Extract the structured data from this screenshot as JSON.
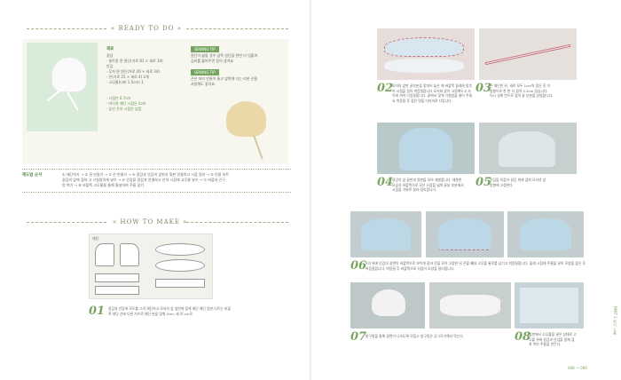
{
  "left": {
    "ready_title": "« READY TO DO »",
    "materials_head": "재료",
    "materials_body": "겉감\n· 퀼트용 면 원단(가로 81 × 세로 34)\n안감\n· 무지 면 원단(가로 26 × 세로 34)\n· 끈(가로 25 × 세로 4) 2개\n· 고무줄(너비 1.5cm) 1",
    "thread_list": "· 시접은 0.7cm\n· 바닥의 재단 시접은 1cm\n· 앞선 끈의 시접은 없음",
    "sewing_tip_label": "SEWING TIP",
    "sewing_tip_text": "원단이 얇을 경우 앞쪽 원단을 한번 더 덧붙여\n심지를 붙여주면 힘이 생겨요.",
    "sewing_tip2_label": "SEWING TIP",
    "sewing_tip2_text": "끈은 미리 만들어 둘고 앞쪽에 다는 리본 끈을\n사용해도 좋아요.",
    "order_label": "제도법 순서",
    "order_text": "① 재단하기 → ② 뒷 만들기 → ③ 끈 만들기 → ④ 겉감과 안감의 앞판과 뒷판 연결하고 시접 정리 → ⑤ 안을 비트\n겉감의 앞에 겹쳐 고 시침질하게 넣기 → ⑥ 안감을 겉감과 연결하고 안의 시접에 고무줄 넣기 → ⑦ 바깥과 끈구\n멍 박기 → ⑧ 바깥쪽 고무줄을 통해 졸설하여 주름 잡기",
    "how_title": "« HOW TO MAKE »",
    "pattern_label": "재단",
    "step1_num": "01",
    "step1_text": "겉감과 안감에 모두를 그려 재단하고 모자의 앞 앞면에 맞게 재단\n재단 뒷판 다트는 바깥쪽 재단 선에 다른 치수로 재단 본을 맞춰 2cm, 세\n로 cm로."
  },
  "right": {
    "step2_num": "02",
    "step2_text": "모자의 앞판 끝부분을 맞대어 놓은 채 바깥쪽 둘레에 맞추어 시접을 접어 박음질합니다\n모자와 같이 고정해두고 사이에 끼어 다림질합니다. 끝에서 맞게 가윗밥을 넣어 주세요\n박음질 후 접은 면을 다리미로 다립니다.",
    "step3_num": "03",
    "step3_text": "끈 재단한 뒤, 세로 모두 1cm씩 접은 후 이\n방향으로 한 번 더 접어 0.5cm 접습니다.\n다시 길게 반으로 접어 끝 부분을 상침합니다.",
    "step4_num": "04",
    "step4_text": "겉감의 앞 끝판과 뒷판을 모아 재봉합니다. 재봉한\n모습의 바깥쪽으로 모은 시접을 넓혀 끝날 부분에서\n시접을 가위로 잘라 정리합니다.",
    "step5_num": "05",
    "step5_text": "안감을 뒤집어 겉감 위에 겹쳐 모자의 앞\n방향에 고정한다.",
    "step6_num": "06",
    "step6_text": "5의 위에 안감의 겉면이 바깥쪽으로 보이게 겉과 안을 모아 고정한 뒤 끈을 빼내 고무줄 통로를 남기고 박음질합니다. 둘레 시접에 주름을 넣어 모양을 잡은 후 박음질합니다. 박음질 후 바깥쪽으로 뒤집어 모양을 정리합니다.",
    "step7_num": "07",
    "step7_text": "창구멍을 통해 겉면이 나오도록 뒤집고 창구멍은 공그르기해서 막는다.",
    "step8_num": "08",
    "step8_text": "앞판에서 고무줄을 넣은 상태로 고\n무줄 위에 겉감과 안감을 함께 겹\n쳐 박아 주름을 만든다.",
    "page_number": "068 — 069",
    "side_tab": "PART 1 아기 소품"
  }
}
